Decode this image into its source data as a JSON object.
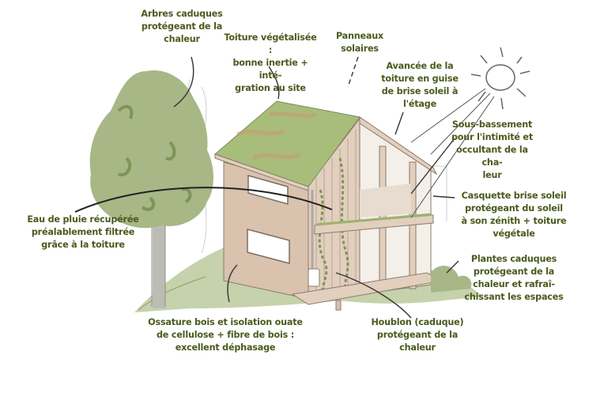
{
  "diagram": {
    "subject": "Maison bioclimatique en ossature bois",
    "colors": {
      "label_text": "#4a5a1e",
      "foliage": "#a7b786",
      "foliage_dark": "#7f9456",
      "grass": "#b7c796",
      "wall": "#d9c2ae",
      "wood": "#e2cfbd",
      "roof_green": "#a9bd7a",
      "line": "#555555"
    },
    "labels": [
      {
        "id": "arbres",
        "text": "Arbres caduques\nprotégeant de la\nchaleur"
      },
      {
        "id": "toiture",
        "text": "Toiture végétalisée :\nbonne inertie + inté-\ngration au site"
      },
      {
        "id": "panneaux",
        "text": "Panneaux\nsolaires"
      },
      {
        "id": "avancee",
        "text": "Avancée de la\ntoiture en guise\nde brise soleil à\nl'étage"
      },
      {
        "id": "sous_bassement",
        "text": "Sous-bassement\npour l'intimité et\noccultant de la cha-\nleur"
      },
      {
        "id": "casquette",
        "text": "Casquette brise soleil\nprotégeant du soleil\nà son zénith + toiture\nvégétale"
      },
      {
        "id": "plantes",
        "text": "Plantes caduques\nprotégeant de la\nchaleur et rafraî-\nchissant les espaces"
      },
      {
        "id": "eau",
        "text": "Eau de pluie récupérée\npréalablement filtrée\ngrâce à la toiture"
      },
      {
        "id": "ossature",
        "text": "Ossature bois et isolation ouate\nde cellulose + fibre de bois :\nexcellent déphasage"
      },
      {
        "id": "houblon",
        "text": "Houblon (caduque)\nprotégeant de la\nchaleur"
      }
    ]
  }
}
